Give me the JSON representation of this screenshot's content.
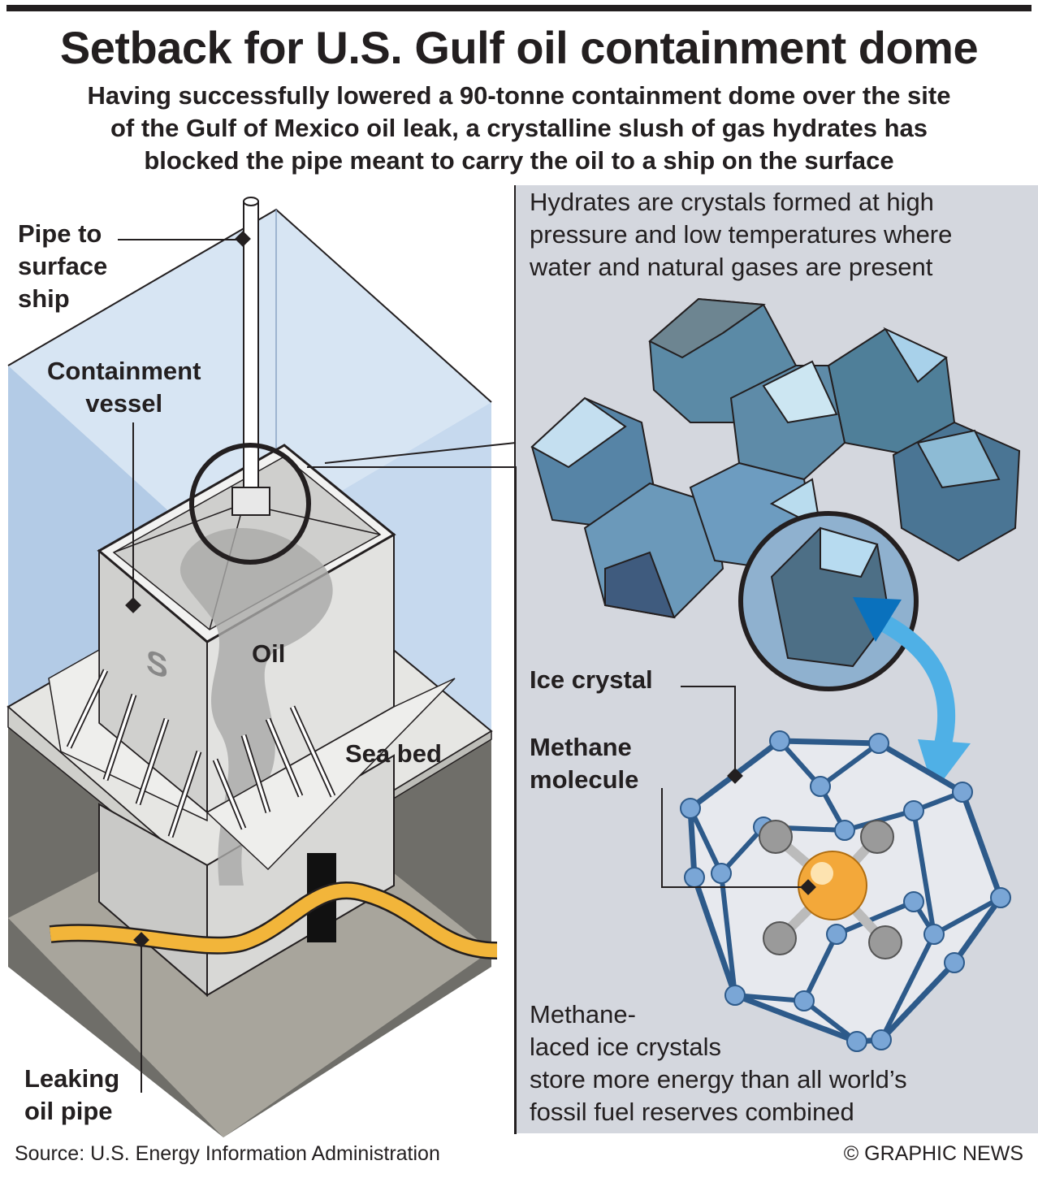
{
  "title": "Setback for U.S. Gulf oil containment dome",
  "subtitle": [
    "Having successfully lowered a 90-tonne containment dome over the site",
    "of the Gulf of Mexico oil leak, a crystalline slush of gas hydrates has",
    "blocked the pipe meant to carry the oil to a ship on the surface"
  ],
  "labels": {
    "pipe": [
      "Pipe to",
      "surface",
      "ship"
    ],
    "vessel": [
      "Containment",
      "vessel"
    ],
    "oil": "Oil",
    "seabed": "Sea bed",
    "leaking": [
      "Leaking",
      "oil pipe"
    ],
    "ice": "Ice crystal",
    "methane": [
      "Methane",
      "molecule"
    ],
    "vessel_mark": "S"
  },
  "hydrates_text": [
    "Hydrates are crystals formed at high",
    "pressure and low temperatures where",
    "water and natural gases are present"
  ],
  "energy_text": [
    "Methane-",
    "laced ice crystals",
    "store more energy than all world’s",
    "fossil fuel reserves combined"
  ],
  "footer": {
    "source": "Source: U.S. Energy Information Administration",
    "credit": "© GRAPHIC NEWS"
  },
  "colors": {
    "water": "#c6d9ee",
    "panel": "#d4d7de",
    "pipe": "#f2b53a",
    "ground_dark": "#6f6e69",
    "ground_light": "#a8a59c",
    "arrow": "#4fb0e6"
  }
}
